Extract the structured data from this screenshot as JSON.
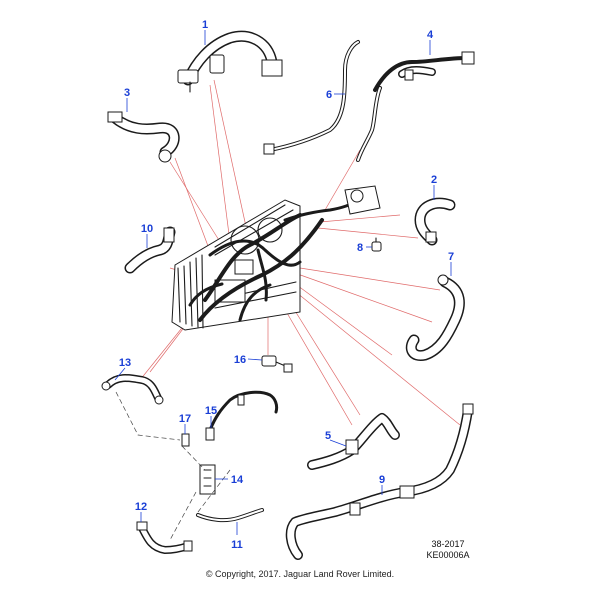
{
  "callouts": [
    {
      "id": "1",
      "label": "1"
    },
    {
      "id": "2",
      "label": "2"
    },
    {
      "id": "3",
      "label": "3"
    },
    {
      "id": "4",
      "label": "4"
    },
    {
      "id": "5",
      "label": "5"
    },
    {
      "id": "6",
      "label": "6"
    },
    {
      "id": "7",
      "label": "7"
    },
    {
      "id": "8",
      "label": "8"
    },
    {
      "id": "9",
      "label": "9"
    },
    {
      "id": "10",
      "label": "10"
    },
    {
      "id": "11",
      "label": "11"
    },
    {
      "id": "12",
      "label": "12"
    },
    {
      "id": "13",
      "label": "13"
    },
    {
      "id": "14",
      "label": "14"
    },
    {
      "id": "15",
      "label": "15"
    },
    {
      "id": "16",
      "label": "16"
    },
    {
      "id": "17",
      "label": "17"
    }
  ],
  "reference": {
    "line1": "38-2017",
    "line2": "KE00006A"
  },
  "copyright": "© Copyright, 2017. Jaguar Land Rover Limited.",
  "colors": {
    "callout": "#1a3fd6",
    "leader_red": "#e06a6a",
    "line": "#1b1b1b"
  }
}
